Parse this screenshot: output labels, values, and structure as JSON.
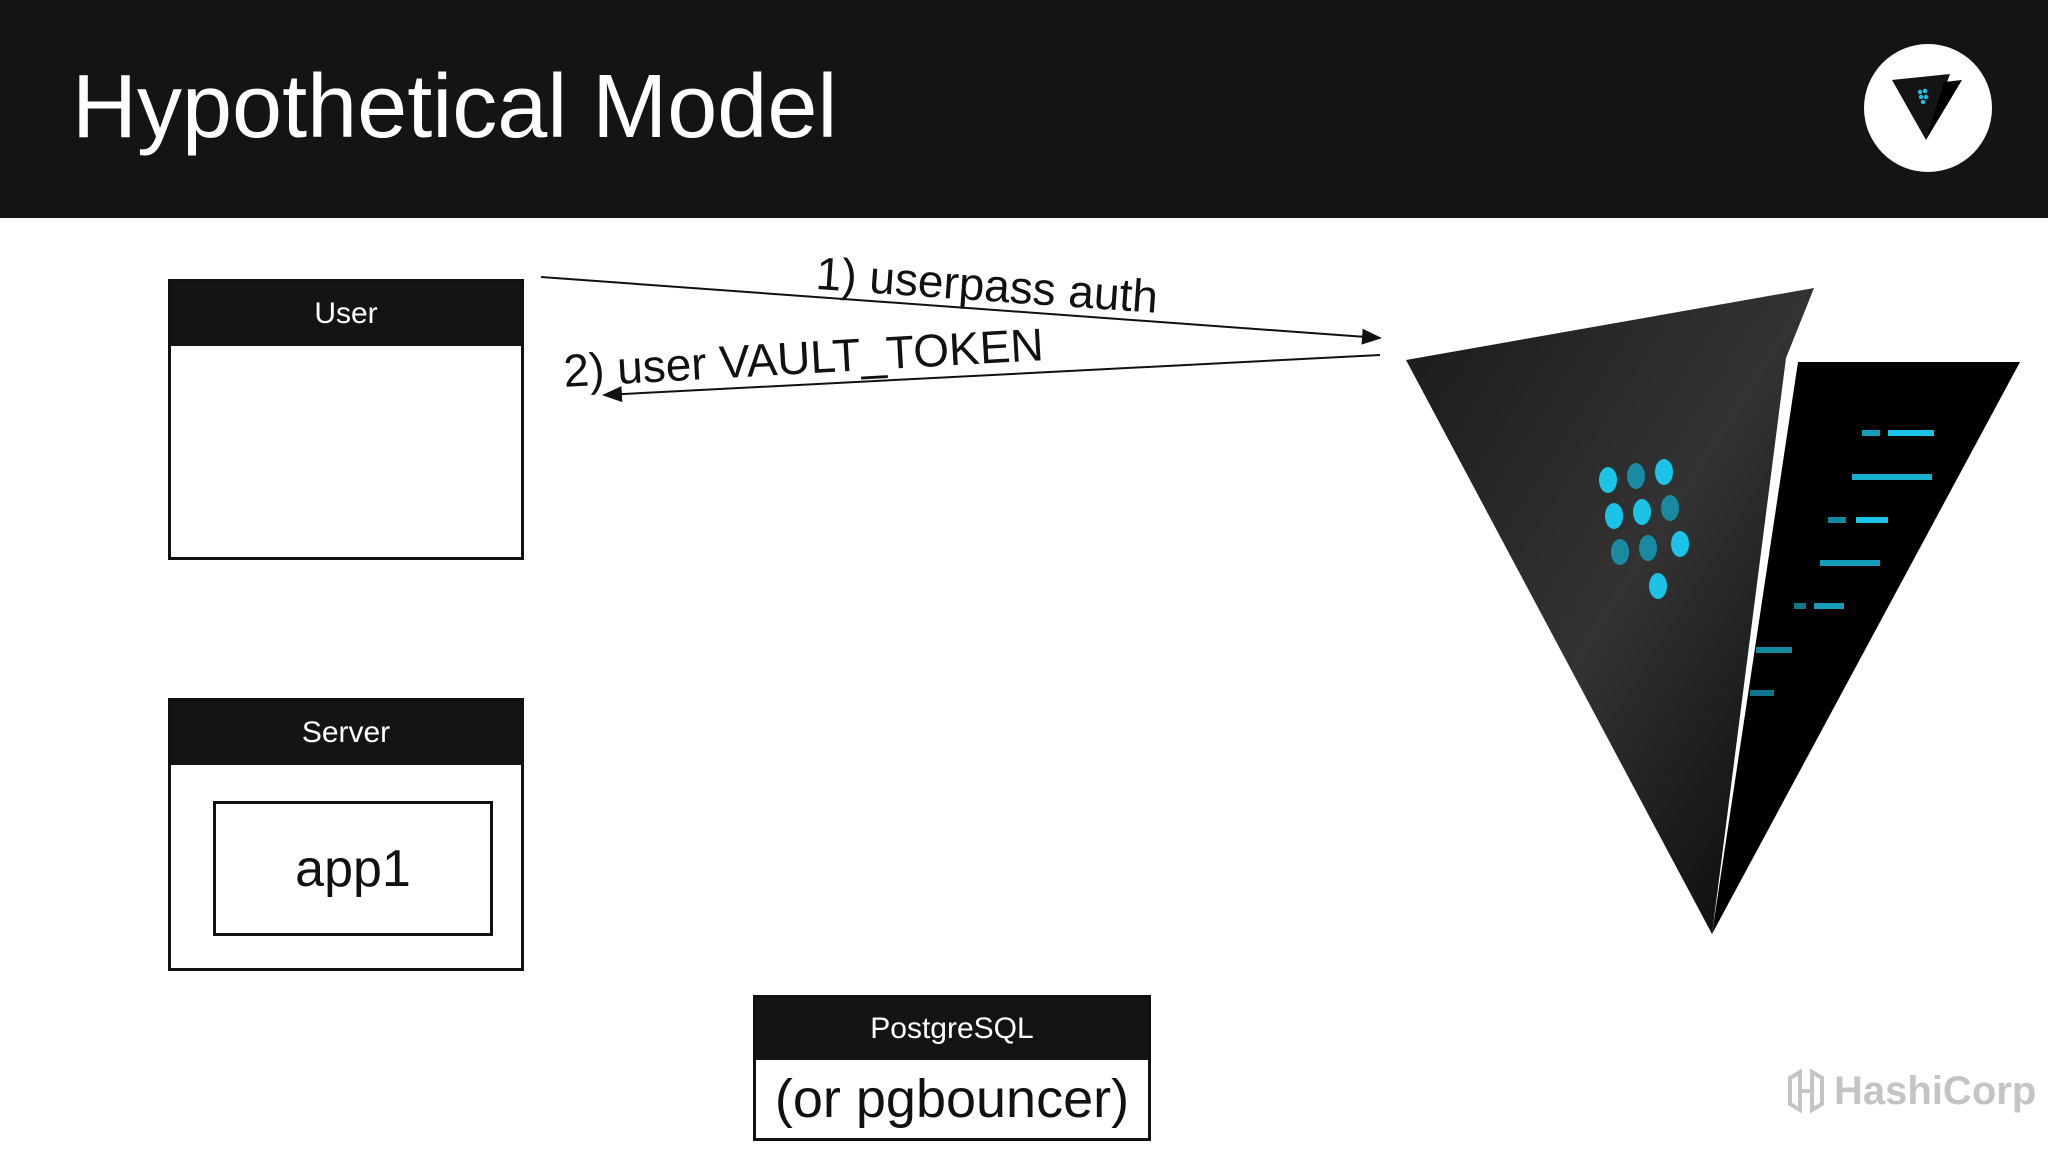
{
  "slide": {
    "title": "Hypothetical Model"
  },
  "nodes": {
    "user": {
      "label": "User"
    },
    "server": {
      "label": "Server",
      "app": "app1"
    },
    "postgres": {
      "label": "PostgreSQL",
      "note": "(or pgbouncer)"
    }
  },
  "edges": [
    {
      "label": "1) userpass auth",
      "from": "user",
      "to": "vault"
    },
    {
      "label": "2) user VAULT_TOKEN",
      "from": "vault",
      "to": "user"
    }
  ],
  "branding": {
    "company": "HashiCorp"
  },
  "colors": {
    "header": "#141414",
    "accent": "#1bc3e6",
    "watermark": "#c4c4c4"
  },
  "icons": [
    "vault-logo-icon",
    "hashicorp-logo-icon"
  ]
}
